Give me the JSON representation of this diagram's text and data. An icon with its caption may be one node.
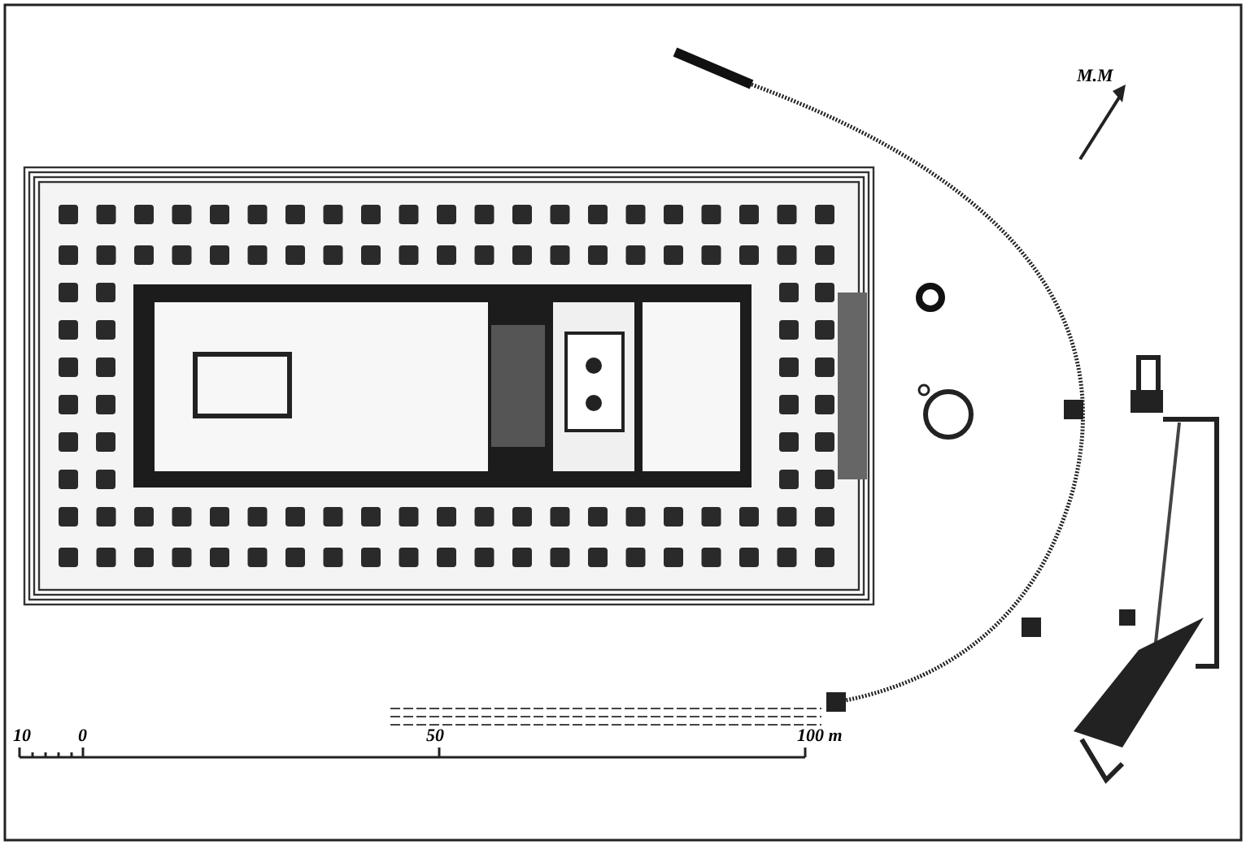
{
  "diagram": {
    "labels": [
      "M.M",
      "10",
      "0",
      "50",
      "100 m"
    ]
  }
}
